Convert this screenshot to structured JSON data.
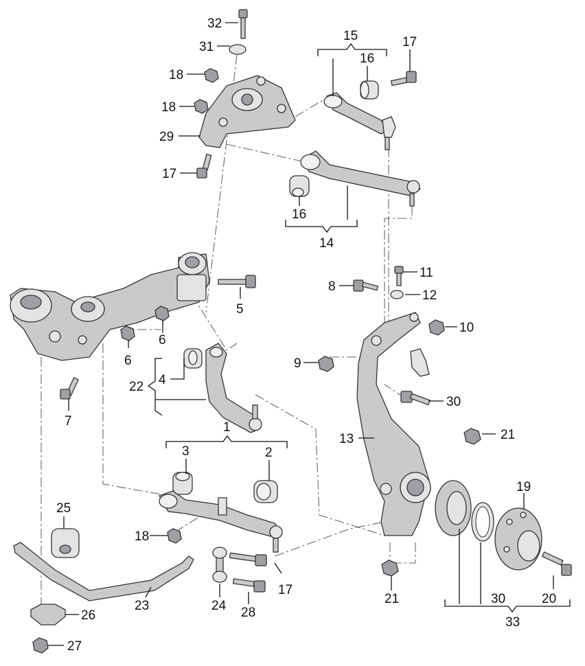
{
  "labels": {
    "l32": "32",
    "l31": "31",
    "l18a": "18",
    "l18b": "18",
    "l29": "29",
    "l17a": "17",
    "l15": "15",
    "l16a": "16",
    "l17b": "17",
    "l16b": "16",
    "l14": "14",
    "l11": "11",
    "l8": "8",
    "l12": "12",
    "l5": "5",
    "l10": "10",
    "l6a": "6",
    "l6b": "6",
    "l9": "9",
    "l22": "22",
    "l4": "4",
    "l30a": "30",
    "l7": "7",
    "l1": "1",
    "l13": "13",
    "l21a": "21",
    "l3": "3",
    "l2": "2",
    "l19": "19",
    "l25": "25",
    "l18c": "18",
    "l17c": "17",
    "l24": "24",
    "l28": "28",
    "l23": "23",
    "l26": "26",
    "l27": "27",
    "l21b": "21",
    "l30b": "30",
    "l20": "20",
    "l33": "33"
  }
}
